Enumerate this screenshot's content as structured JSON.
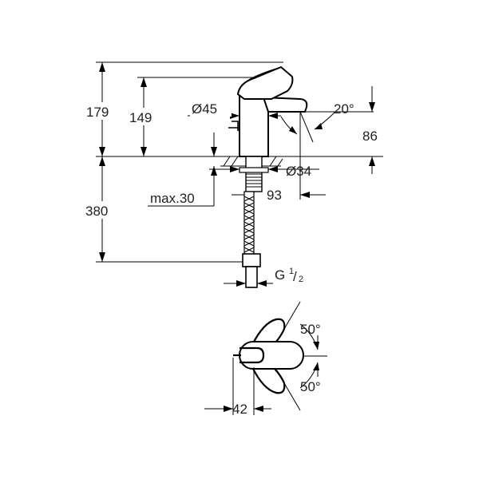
{
  "dimensions": {
    "total_height": "179",
    "handle_height": "149",
    "spout_diameter": "Ø45",
    "spout_angle": "20°",
    "spout_height": "86",
    "body_diameter": "Ø34",
    "counter_thickness": "max.30",
    "reach": "93",
    "hose_length": "380",
    "thread_main": "G",
    "thread_num": "1",
    "thread_den": "2",
    "rotation_top": "50°",
    "rotation_bottom": "50°",
    "offset": "42"
  }
}
